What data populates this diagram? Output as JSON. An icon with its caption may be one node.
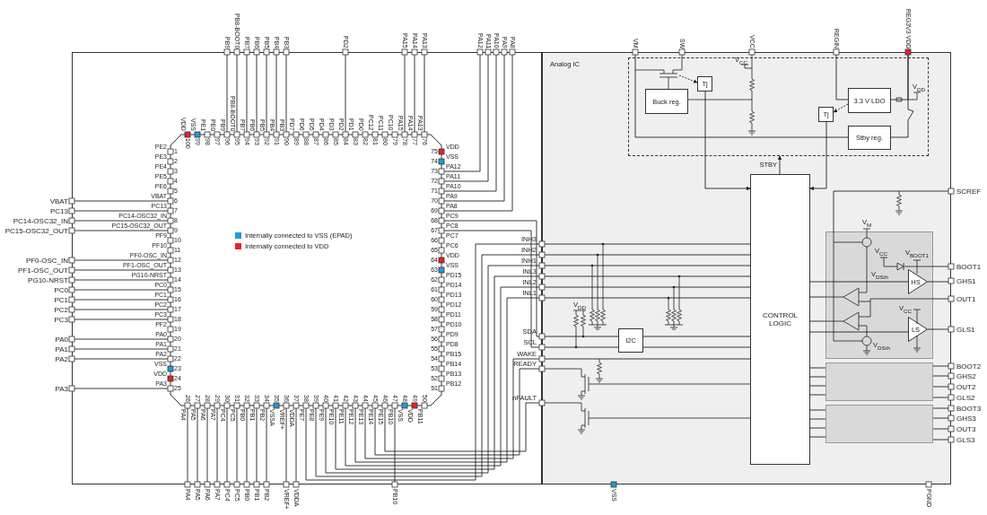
{
  "diagram": {
    "nodes": [
      {
        "text": [],
        "shape": "box"
      },
      {
        "text": [],
        "shape": "box",
        "in": 0
      },
      {
        "text": [
          "Analog IC"
        ]
      },
      {
        "text": [],
        "shape": "box",
        "in": 2
      },
      {
        "text": [
          "Buck reg."
        ],
        "in": 3
      },
      {
        "text": [
          "Tj"
        ],
        "in": 3
      },
      {
        "text": [
          "3.3 V LDO"
        ],
        "in": 3
      },
      {
        "text": [
          "Tj"
        ],
        "in": 3
      },
      {
        "text": [
          "Stby reg."
        ],
        "in": 3
      },
      {
        "text": [
          "CONTROL LOGIC"
        ],
        "in": 2
      },
      {
        "text": [
          "I2C"
        ],
        "in": 2
      },
      {
        "text": [],
        "shape": "box",
        "in": 2
      },
      {
        "text": [
          "HS"
        ],
        "in": 11
      },
      {
        "text": [
          "LS"
        ],
        "in": 11
      },
      {
        "text": [],
        "shape": "box",
        "in": 2
      },
      {
        "text": [],
        "shape": "box",
        "in": 2
      }
    ],
    "edges": [
      {
        "from": 1,
        "to": 0,
        "arrow": "none"
      },
      {
        "from": 1,
        "to": 0,
        "arrow": "none"
      },
      {
        "from": 1,
        "to": 0,
        "arrow": "none"
      },
      {
        "from": 1,
        "to": 0,
        "arrow": "none"
      },
      {
        "from": 1,
        "to": 0,
        "arrow": "none"
      },
      {
        "from": 1,
        "to": 0,
        "arrow": "none"
      },
      {
        "from": 1,
        "to": 0,
        "arrow": "none"
      },
      {
        "from": 1,
        "to": 0,
        "arrow": "none"
      },
      {
        "from": 1,
        "to": 0,
        "arrow": "none"
      },
      {
        "from": 1,
        "to": 0,
        "arrow": "none"
      },
      {
        "from": 1,
        "to": 0,
        "arrow": "none"
      },
      {
        "from": 1,
        "to": 0,
        "arrow": "none"
      },
      {
        "from": 1,
        "to": 0,
        "arrow": "none"
      },
      {
        "from": 1,
        "to": 0,
        "arrow": "none"
      },
      {
        "from": 1,
        "to": 0,
        "arrow": "none"
      },
      {
        "from": 1,
        "to": 0,
        "arrow": "none"
      },
      {
        "from": 1,
        "to": 0,
        "arrow": "none"
      },
      {
        "from": 1,
        "to": 0,
        "arrow": "none"
      },
      {
        "from": 1,
        "to": 0,
        "arrow": "none"
      },
      {
        "from": 1,
        "to": 0,
        "arrow": "none"
      },
      {
        "from": 1,
        "to": 0,
        "arrow": "none"
      },
      {
        "from": 1,
        "to": 0,
        "arrow": "none"
      },
      {
        "from": 1,
        "to": 0,
        "arrow": "none"
      },
      {
        "from": 1,
        "to": 0,
        "arrow": "none"
      },
      {
        "from": 1,
        "to": 0,
        "arrow": "none"
      },
      {
        "from": 1,
        "to": 0,
        "arrow": "none"
      },
      {
        "from": 1,
        "to": 0,
        "arrow": "none"
      },
      {
        "from": 1,
        "to": 0,
        "arrow": "none"
      },
      {
        "from": 1,
        "to": 0,
        "arrow": "none"
      },
      {
        "from": 1,
        "to": 0,
        "arrow": "none"
      },
      {
        "from": 1,
        "to": 0,
        "arrow": "none"
      },
      {
        "from": 1,
        "to": 0,
        "arrow": "none"
      },
      {
        "from": 1,
        "to": 0,
        "arrow": "none"
      },
      {
        "from": 1,
        "to": 0,
        "arrow": "none"
      },
      {
        "from": 1,
        "to": 0,
        "arrow": "none"
      },
      {
        "from": 1,
        "to": 0,
        "arrow": "none"
      },
      {
        "from": 1,
        "to": 0,
        "arrow": "none"
      },
      {
        "from": 1,
        "to": 0,
        "arrow": "none"
      },
      {
        "from": 1,
        "to": 0,
        "arrow": "none"
      },
      {
        "from": 1,
        "to": 0,
        "arrow": "none"
      },
      {
        "from": 1,
        "to": 0,
        "arrow": "none"
      },
      {
        "from": 1,
        "to": 0,
        "arrow": "none"
      },
      {
        "from": 1,
        "to": 0,
        "arrow": "none"
      },
      {
        "from": 1,
        "to": 2,
        "arrow": "none"
      },
      {
        "from": 1,
        "to": 2,
        "arrow": "none"
      },
      {
        "from": 1,
        "to": 2,
        "arrow": "none"
      },
      {
        "from": 1,
        "to": 2,
        "arrow": "none"
      },
      {
        "from": 1,
        "to": 2,
        "arrow": "none"
      },
      {
        "from": 1,
        "to": 2,
        "arrow": "none"
      },
      {
        "from": 1,
        "to": 2,
        "arrow": "none"
      },
      {
        "from": 1,
        "to": 2,
        "arrow": "none"
      },
      {
        "from": 1,
        "to": 2,
        "arrow": "none"
      },
      {
        "from": 1,
        "to": 2,
        "arrow": "none"
      },
      {
        "from": 1,
        "to": 2,
        "arrow": "none"
      },
      {
        "from": 2,
        "to": 8,
        "arrow": "none"
      },
      {
        "from": 2,
        "to": 6,
        "arrow": "none"
      },
      {
        "from": null,
        "to": 5,
        "arrow": "to",
        "style": "dashed"
      },
      {
        "from": 6,
        "to": 2,
        "arrow": "none"
      },
      {
        "from": 8,
        "to": 2,
        "arrow": "none"
      },
      {
        "from": 6,
        "to": 7,
        "arrow": "to",
        "style": "dashed"
      },
      {
        "from": 5,
        "to": 9,
        "arrow": "to"
      },
      {
        "from": 7,
        "to": 9,
        "arrow": "to"
      },
      {
        "from": 9,
        "to": 3,
        "arrow": "to",
        "label": "STBY"
      },
      {
        "from": 2,
        "to": 9,
        "arrow": "none"
      },
      {
        "from": 2,
        "to": 9,
        "arrow": "none"
      },
      {
        "from": 2,
        "to": 9,
        "arrow": "none"
      },
      {
        "from": 2,
        "to": 9,
        "arrow": "none"
      },
      {
        "from": 2,
        "to": 9,
        "arrow": "none"
      },
      {
        "from": 2,
        "to": 9,
        "arrow": "none"
      },
      {
        "from": 2,
        "to": 10,
        "arrow": "none"
      },
      {
        "from": 2,
        "to": 10,
        "arrow": "none"
      },
      {
        "from": 10,
        "to": 9,
        "arrow": "none"
      },
      {
        "from": 10,
        "to": 9,
        "arrow": "none"
      },
      {
        "from": 2,
        "to": 9,
        "arrow": "none"
      },
      {
        "from": 2,
        "to": 11,
        "arrow": "none"
      },
      {
        "from": 2,
        "to": 11,
        "arrow": "none"
      },
      {
        "from": 9,
        "to": 12,
        "arrow": "none"
      },
      {
        "from": 12,
        "to": 2,
        "arrow": "none"
      },
      {
        "from": 2,
        "to": 11,
        "arrow": "none"
      },
      {
        "from": 11,
        "to": 9,
        "arrow": "none"
      },
      {
        "from": 11,
        "to": 9,
        "arrow": "none"
      },
      {
        "from": 9,
        "to": 13,
        "arrow": "none"
      },
      {
        "from": 13,
        "to": 2,
        "arrow": "none"
      },
      {
        "from": 9,
        "to": 14,
        "arrow": "none"
      },
      {
        "from": 9,
        "to": 14,
        "arrow": "none"
      },
      {
        "from": 9,
        "to": 14,
        "arrow": "none"
      },
      {
        "from": 9,
        "to": 14,
        "arrow": "none"
      },
      {
        "from": 14,
        "to": 2,
        "arrow": "none"
      },
      {
        "from": 14,
        "to": 2,
        "arrow": "none"
      },
      {
        "from": 14,
        "to": 2,
        "arrow": "none"
      },
      {
        "from": 14,
        "to": 2,
        "arrow": "none"
      },
      {
        "from": 9,
        "to": 15,
        "arrow": "none"
      },
      {
        "from": 9,
        "to": 15,
        "arrow": "none"
      },
      {
        "from": 9,
        "to": 15,
        "arrow": "none"
      },
      {
        "from": 9,
        "to": 15,
        "arrow": "none"
      },
      {
        "from": 15,
        "to": 2,
        "arrow": "none"
      },
      {
        "from": 15,
        "to": 2,
        "arrow": "none"
      },
      {
        "from": 15,
        "to": 2,
        "arrow": "none"
      },
      {
        "from": 15,
        "to": 2,
        "arrow": "none"
      }
    ],
    "labels": [
      "PB9",
      "PB8-BOOT0",
      "PB7",
      "PB6",
      "PB5",
      "PB4",
      "PB3",
      "PD2",
      "PA15",
      "PA14",
      "PA13",
      "PA12",
      "PA11",
      "PA10",
      "PA9",
      "PA8",
      "VM",
      "SW",
      "VCC",
      "REGIN",
      "REG3V3 VDD",
      "VDD",
      "VSS",
      "PE1",
      "PE0",
      "PB9",
      "PB8-BOOT0",
      "PB7",
      "PB6",
      "PB5",
      "PB4",
      "PB3",
      "PD7",
      "PD6",
      "PD5",
      "PD4",
      "PD3",
      "PD2",
      "PD1",
      "PD0",
      "PC12",
      "PC11",
      "PC10",
      "PA15",
      "PA14",
      "PA13",
      "100",
      "99",
      "98",
      "97",
      "96",
      "95",
      "94",
      "93",
      "92",
      "91",
      "90",
      "89",
      "88",
      "87",
      "86",
      "85",
      "84",
      "83",
      "82",
      "81",
      "80",
      "79",
      "78",
      "77",
      "76",
      "VBAT",
      "PC13",
      "PC14-OSC32_IN",
      "PC15-OSC32_OUT",
      "PF0-OSC_IN",
      "PF1-OSC_OUT",
      "PG10-NRST",
      "PC0",
      "PC1",
      "PC2",
      "PC3",
      "PA0",
      "PA1",
      "PA2",
      "PA3",
      "PE2",
      "PE3",
      "PE4",
      "PE5",
      "PE6",
      "VBAT",
      "PC13",
      "PC14-OSC32_IN",
      "PC15-OSC32_OUT",
      "PF9",
      "PF10",
      "PF0-OSC_IN",
      "PF1-OSC_OUT",
      "PG10-NRST",
      "PC0",
      "PC1",
      "PC2",
      "PC3",
      "PF2",
      "PA0",
      "PA1",
      "PA2",
      "VSS",
      "VDD",
      "PA3",
      "1",
      "2",
      "3",
      "4",
      "5",
      "6",
      "7",
      "8",
      "9",
      "10",
      "11",
      "12",
      "13",
      "14",
      "15",
      "16",
      "17",
      "18",
      "19",
      "20",
      "21",
      "22",
      "23",
      "24",
      "25",
      "VDD",
      "VSS",
      "PA12",
      "PA11",
      "PA10",
      "PA9",
      "PA8",
      "PC9",
      "PC8",
      "PC7",
      "PC6",
      "VDD",
      "VSS",
      "PD15",
      "PD14",
      "PD13",
      "PD12",
      "PD11",
      "PD10",
      "PD9",
      "PD8",
      "PB15",
      "PB14",
      "PB13",
      "PB12",
      "75",
      "74",
      "73",
      "72",
      "71",
      "70",
      "69",
      "68",
      "67",
      "66",
      "65",
      "64",
      "63",
      "62",
      "61",
      "60",
      "59",
      "58",
      "57",
      "56",
      "55",
      "54",
      "53",
      "52",
      "51",
      "PA4",
      "PA5",
      "PA6",
      "PA7",
      "PC4",
      "PC5",
      "PB0",
      "PB1",
      "PB2",
      "VSSA",
      "VREF+",
      "VDDA",
      "PE7",
      "PE8",
      "PE9",
      "PE10",
      "PE11",
      "PE12",
      "PE13",
      "PE14",
      "PE15",
      "PB10",
      "VSS",
      "VDD",
      "PB11",
      "26",
      "27",
      "28",
      "29",
      "30",
      "31",
      "32",
      "33",
      "34",
      "35",
      "36",
      "37",
      "38",
      "39",
      "40",
      "41",
      "42",
      "43",
      "44",
      "45",
      "46",
      "47",
      "48",
      "49",
      "50",
      "PA4",
      "PA5",
      "PA6",
      "PA7",
      "PC4",
      "PC5",
      "PB0",
      "PB1",
      "PB2",
      "VREF+",
      "VDDA",
      "PB10",
      "INH3",
      "INH2",
      "INH1",
      "INL3",
      "INL2",
      "INL1",
      "SDA",
      "SCL",
      "WAKE",
      "READY",
      "nFAULT",
      "SCREF",
      "BOOT1",
      "GHS1",
      "OUT1",
      "GLS1",
      "BOOT2",
      "GHS2",
      "OUT2",
      "GLS2",
      "BOOT3",
      "GHS3",
      "OUT3",
      "GLS3",
      "VSS",
      "PGND",
      "V$_{CC}$",
      "V$_{DD}$",
      "V$_{DD}$",
      "V$_{M}$",
      "V$_{CC}$",
      "V$_{BOOT1}$",
      "V$_{DSth}$",
      "V$_{CC}$",
      "V$_{DSth}$"
    ],
    "legend": [
      {
        "text": "Internally connected to VSS (EPAD)",
        "color": "#1e9bd7"
      },
      {
        "text": "Internally connected to VDD",
        "color": "#e8202a"
      }
    ]
  }
}
